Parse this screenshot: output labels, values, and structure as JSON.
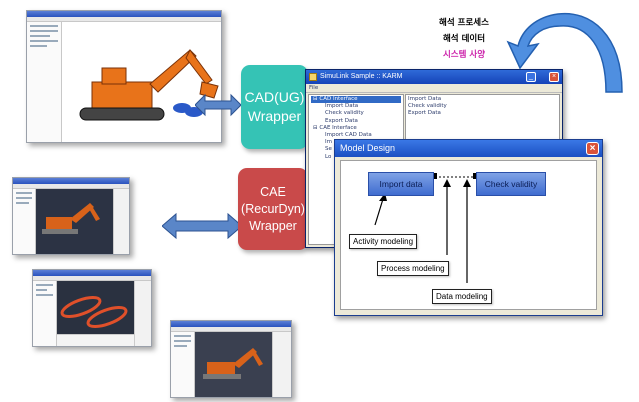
{
  "wrappers": {
    "cad": {
      "line1": "CAD(UG)",
      "line2": "Wrapper",
      "color": "#35c3b5"
    },
    "cae": {
      "line1": "CAE",
      "line2": "(RecurDyn)",
      "line3": "Wrapper",
      "color": "#c94a4a"
    }
  },
  "arrow_color": "#5a86c8",
  "curved_arrow_color": "#4f8fe0",
  "simulink_window": {
    "title": "SimuLink Sample :: KARM",
    "menu": "File",
    "tree": [
      "CAD Interface",
      "Import Data",
      "Check validity",
      "Export Data",
      "CAE Interface",
      "Import CAD Data",
      "Im",
      "Se",
      "Lo"
    ],
    "list": [
      "Import Data",
      "Check validity",
      "Export Data"
    ]
  },
  "model_design": {
    "title": "Model Design",
    "nodes": [
      "Import data",
      "Check validity"
    ],
    "labels": [
      "Activity modeling",
      "Process modeling",
      "Data modeling"
    ]
  },
  "korean_text": {
    "line1": "해석 프로세스",
    "line2": "해석 데이터",
    "line3": "시스템 사양",
    "line3_color": "#cc22aa"
  },
  "excavator_color": "#e8731a"
}
